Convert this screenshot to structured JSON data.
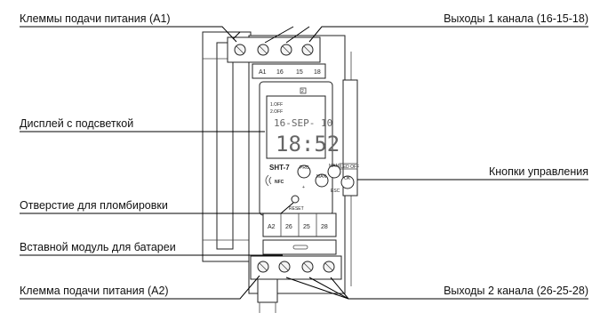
{
  "labels": {
    "a1_terminals": "Клеммы подачи питания (A1)",
    "display": "Дисплей с подсветкой",
    "seal_hole": "Отверстие для пломбировки",
    "battery_module": "Вставной модуль для батареи",
    "a2_terminal": "Клемма подачи питания (A2)",
    "outputs_ch1": "Выходы 1 канала (16-15-18)",
    "controls": "Кнопки управления",
    "outputs_ch2": "Выходы 2 канала (26-25-28)"
  },
  "device": {
    "model": "SHT-7",
    "top_terminals": [
      "A1",
      "16",
      "15",
      "18"
    ],
    "bottom_terminals": [
      "A2",
      "26",
      "25",
      "28"
    ],
    "display_line1": "1.OFF",
    "display_line2": "2.OFF",
    "display_date": "16-SEP- 10",
    "display_time": "18:52",
    "display_marker": "2",
    "buttons": [
      "PRG",
      "MAN",
      "MAN",
      "OK",
      "ESC",
      "+"
    ],
    "nfc": "NFC",
    "reset": "RESET",
    "right_tag": "LED OFF"
  }
}
